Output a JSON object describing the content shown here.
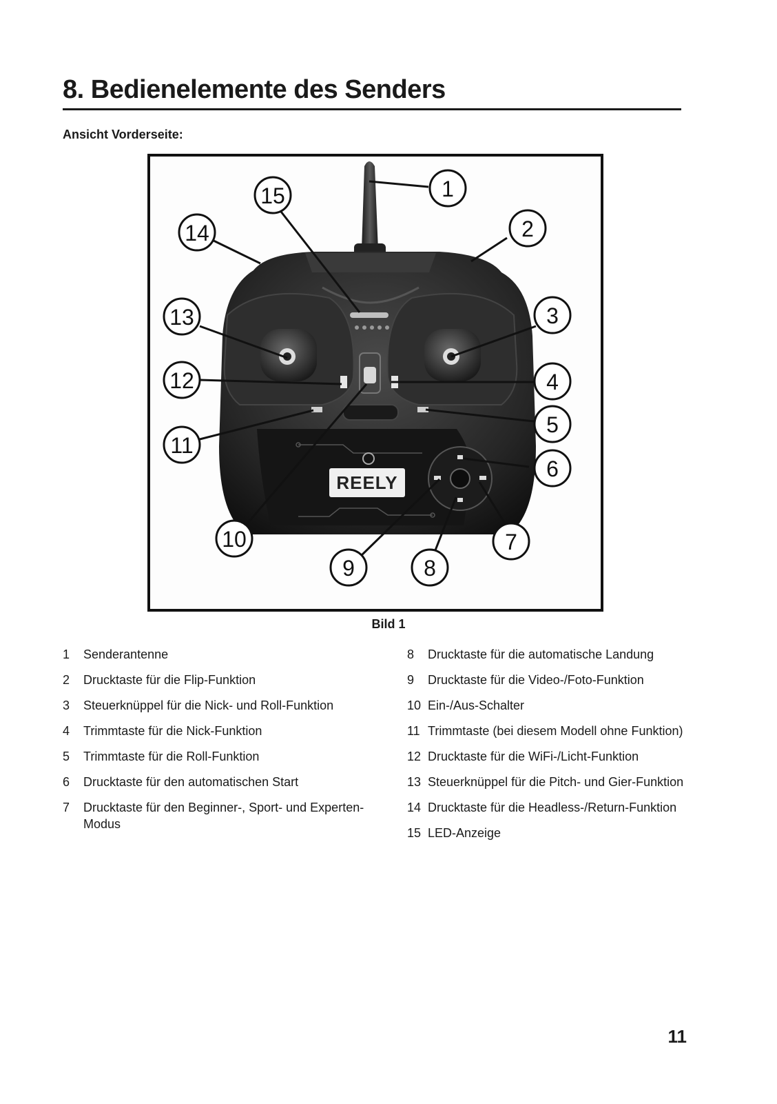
{
  "header": {
    "title": "8. Bedienelemente des Senders",
    "subtitle": "Ansicht Vorderseite:"
  },
  "figure": {
    "caption": "Bild 1",
    "brand_logo_text": "REELY",
    "callouts": [
      "1",
      "2",
      "3",
      "4",
      "5",
      "6",
      "7",
      "8",
      "9",
      "10",
      "11",
      "12",
      "13",
      "14",
      "15"
    ]
  },
  "legend": {
    "left": [
      {
        "num": "1",
        "text": "Senderantenne"
      },
      {
        "num": "2",
        "text": "Drucktaste für die Flip-Funktion"
      },
      {
        "num": "3",
        "text": "Steuerknüppel für die Nick- und Roll-Funktion"
      },
      {
        "num": "4",
        "text": "Trimmtaste für die Nick-Funktion"
      },
      {
        "num": "5",
        "text": "Trimmtaste für die Roll-Funktion"
      },
      {
        "num": "6",
        "text": "Drucktaste für den automatischen Start"
      },
      {
        "num": "7",
        "text": "Drucktaste für den Beginner-, Sport- und Experten-Modus"
      }
    ],
    "right": [
      {
        "num": "8",
        "text": "Drucktaste für die automatische Landung"
      },
      {
        "num": "9",
        "text": "Drucktaste für die Video-/Foto-Funktion"
      },
      {
        "num": "10",
        "text": "Ein-/Aus-Schalter"
      },
      {
        "num": "11",
        "text": "Trimmtaste (bei diesem Modell ohne Funktion)"
      },
      {
        "num": "12",
        "text": "Drucktaste für die WiFi-/Licht-Funktion"
      },
      {
        "num": "13",
        "text": "Steuerknüppel für die Pitch- und Gier-Funktion"
      },
      {
        "num": "14",
        "text": "Drucktaste für die Headless-/Return-Funktion"
      },
      {
        "num": "15",
        "text": "LED-Anzeige"
      }
    ]
  },
  "footer": {
    "page_number": "11"
  }
}
